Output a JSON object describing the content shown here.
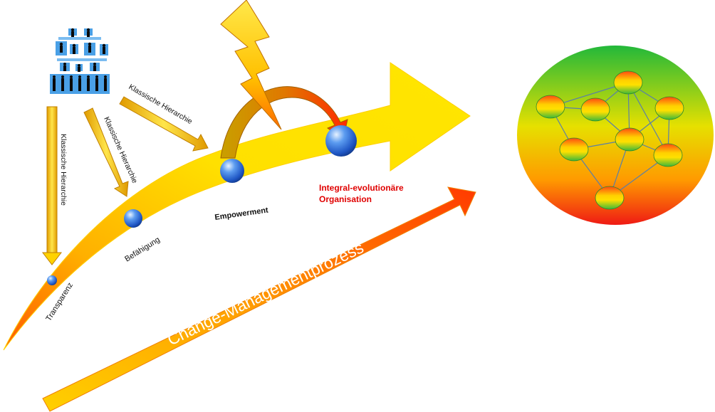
{
  "labels": {
    "hier_1": "Klassische Hierarchie",
    "hier_2": "Klassische Hierarchie",
    "hier_3": "Klassische Hierarchie",
    "transparenz": "Transparenz",
    "befaehigung": "Befähigung",
    "empowerment": "Empowerment",
    "integral_line1": "Integral-evolutionäre",
    "integral_line2": "Organisation",
    "process": "Change-Managementprozess"
  },
  "colors": {
    "arrow_yellow": "#ffe000",
    "arrow_orange": "#ff7a00",
    "arrow_red": "#ff2a00",
    "integral_text": "#e00000",
    "sphere_blue": "#2a64d8",
    "network_green": "#22b83a",
    "network_red": "#ef1a14",
    "org_chart_blue": "#4aa0e6"
  },
  "icons": {
    "org_chart": "org-chart-icon",
    "lightning": "lightning-bolt-icon",
    "network": "network-organisation-icon"
  }
}
